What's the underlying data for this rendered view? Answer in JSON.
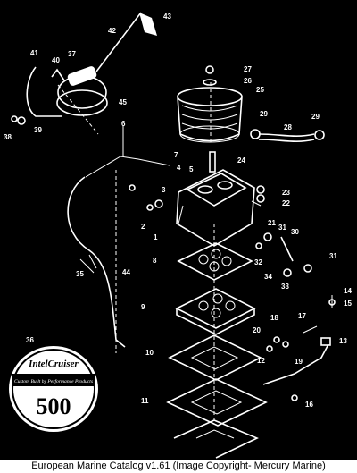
{
  "caption": "European Marine Catalog v1.61 (Image Copyright- Mercury Marine)",
  "badge": {
    "line1": "IntelCruiser",
    "line2": "Custom Built by Performance Products",
    "line3": "500"
  },
  "callouts": [
    "1",
    "2",
    "3",
    "4",
    "5",
    "6",
    "7",
    "8",
    "9",
    "10",
    "11",
    "12",
    "13",
    "14",
    "15",
    "16",
    "17",
    "18",
    "19",
    "20",
    "21",
    "22",
    "23",
    "24",
    "25",
    "26",
    "27",
    "28",
    "29",
    "29",
    "30",
    "31",
    "31",
    "32",
    "33",
    "34",
    "35",
    "36",
    "37",
    "38",
    "39",
    "40",
    "41",
    "42",
    "43",
    "44",
    "45"
  ]
}
